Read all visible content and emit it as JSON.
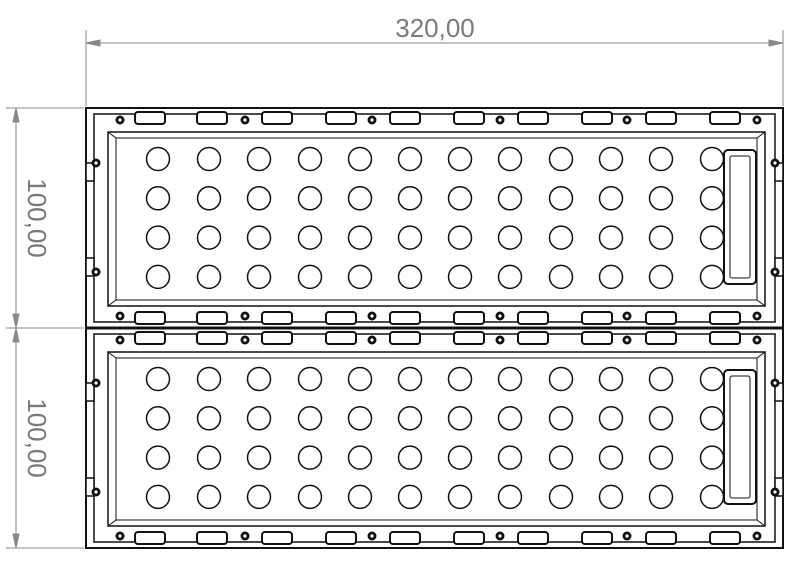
{
  "dimensions": {
    "width_label": "320,00",
    "height_top_label": "100,00",
    "height_bottom_label": "100,00"
  },
  "drawing": {
    "panels": 2,
    "hole_rows": 4,
    "hole_columns": 12,
    "line_color": "#111111",
    "dimension_color": "#7a7a7a"
  }
}
